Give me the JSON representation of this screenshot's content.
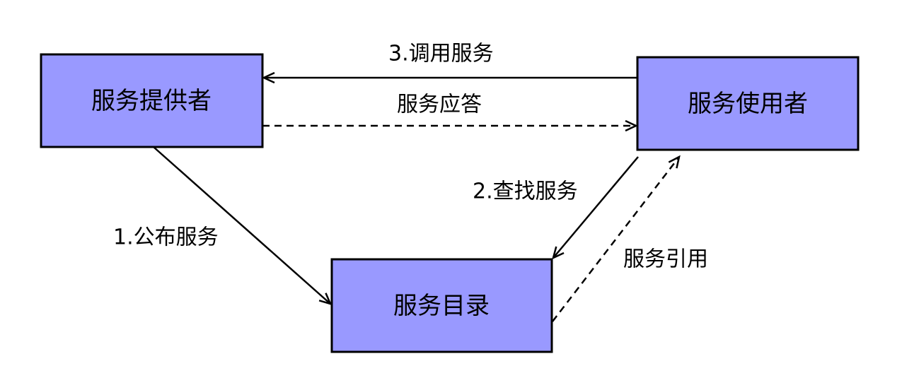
{
  "nodes": {
    "provider": {
      "label": "服务提供者"
    },
    "consumer": {
      "label": "服务使用者"
    },
    "registry": {
      "label": "服务目录"
    }
  },
  "edges": {
    "invoke": {
      "label": "3.调用服务",
      "style": "solid"
    },
    "response": {
      "label": "服务应答",
      "style": "dashed"
    },
    "publish": {
      "label": "1.公布服务",
      "style": "solid"
    },
    "find": {
      "label": "2.查找服务",
      "style": "solid"
    },
    "reference": {
      "label": "服务引用",
      "style": "dashed"
    }
  },
  "colors": {
    "node_fill": "#9999ff",
    "stroke": "#000000",
    "background": "#ffffff"
  }
}
